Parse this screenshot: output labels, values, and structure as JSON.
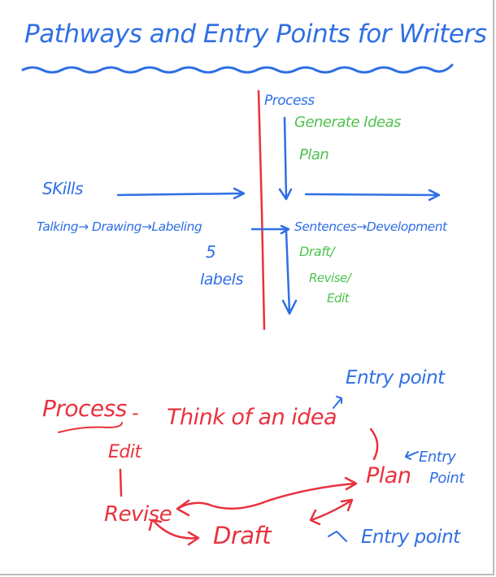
{
  "title": "Pathways and Entry Points for Writers",
  "colors": {
    "blue": "#2f6fe4",
    "red": "#e8323e",
    "green": "#4ec24e"
  },
  "quadrant": {
    "process_label": "Process",
    "process_steps": [
      "Generate Ideas",
      "Plan"
    ],
    "skills_label": "SKills",
    "skills_path": "Talking→ Drawing→Labeling",
    "skills_path_right": "Sentences→Development",
    "labels_count": "5",
    "labels_word": "labels",
    "draft_steps": [
      "Draft/",
      "Revise/",
      "Edit"
    ]
  },
  "cycle": {
    "heading": "Process",
    "dash": "-",
    "idea": "Think of an idea",
    "plan": "Plan",
    "draft": "Draft",
    "revise": "Revise",
    "edit": "Edit",
    "entry_idea": "Entry point",
    "entry_plan": [
      "Entry",
      "Point"
    ],
    "entry_draft": "Entry point"
  }
}
